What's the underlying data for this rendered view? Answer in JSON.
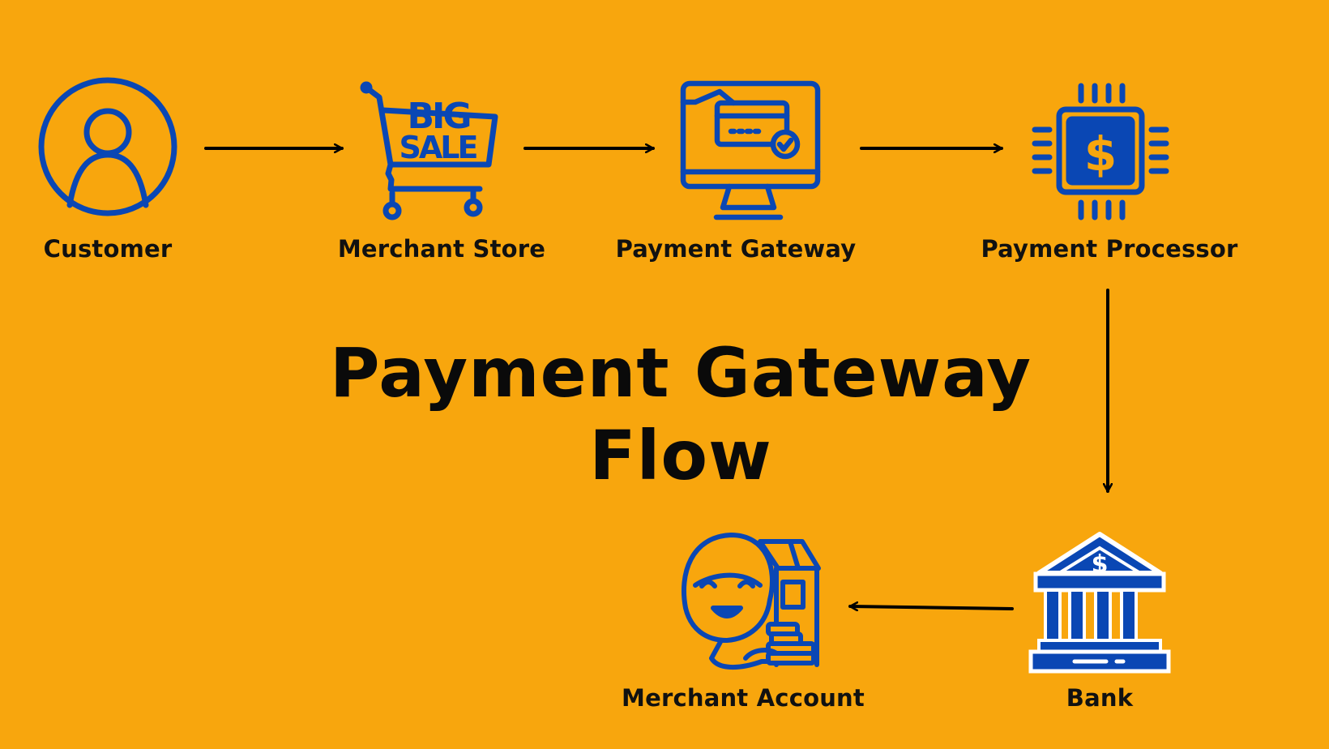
{
  "title": {
    "line1": "Payment Gateway",
    "line2": "Flow"
  },
  "colors": {
    "background": "#F8A60D",
    "icon": "#0A47B4",
    "text": "#111111",
    "arrow": "#000000"
  },
  "nodes": [
    {
      "id": "customer",
      "label": "Customer",
      "icon": "user-circle-icon"
    },
    {
      "id": "merchant-store",
      "label": "Merchant Store",
      "icon": "shopping-cart-big-sale-icon",
      "icon_text_1": "BIG",
      "icon_text_2": "SALE"
    },
    {
      "id": "payment-gateway",
      "label": "Payment Gateway",
      "icon": "monitor-card-check-icon"
    },
    {
      "id": "payment-processor",
      "label": "Payment Processor",
      "icon": "chip-dollar-icon",
      "icon_text": "$"
    },
    {
      "id": "bank",
      "label": "Bank",
      "icon": "bank-building-icon",
      "icon_text": "$"
    },
    {
      "id": "merchant-account",
      "label": "Merchant Account",
      "icon": "merchant-shop-icon"
    }
  ],
  "edges": [
    {
      "from": "customer",
      "to": "merchant-store"
    },
    {
      "from": "merchant-store",
      "to": "payment-gateway"
    },
    {
      "from": "payment-gateway",
      "to": "payment-processor"
    },
    {
      "from": "payment-processor",
      "to": "bank"
    },
    {
      "from": "bank",
      "to": "merchant-account"
    }
  ]
}
